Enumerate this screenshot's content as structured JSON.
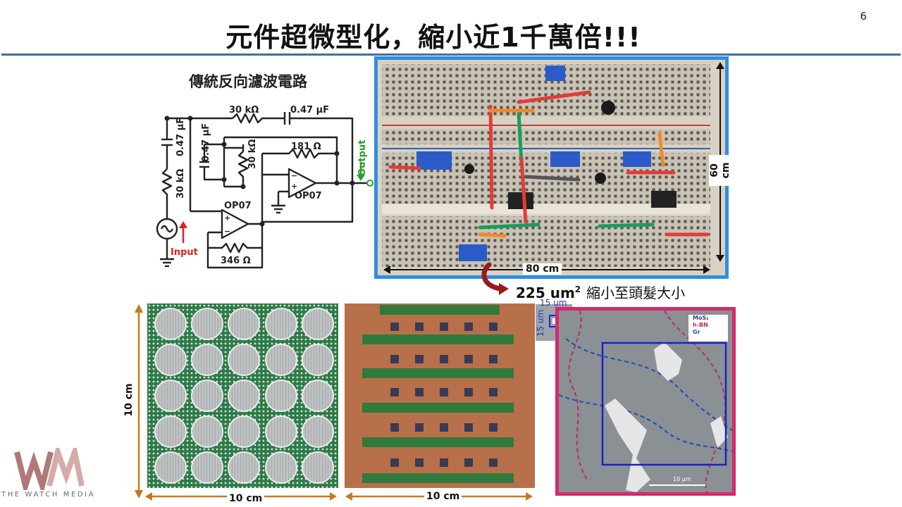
{
  "slide": {
    "title": "元件超微型化，縮小近1千萬倍!!!",
    "page_number": "6"
  },
  "circuit": {
    "caption": "傳統反向濾波電路",
    "labels": {
      "r1": "30 kΩ",
      "c1": "0.47 μF",
      "c2": "0.47 μF",
      "c3": "0.47 μF",
      "r2": "30 kΩ",
      "r3": "30 kΩ",
      "r4": "181 Ω",
      "r5": "346 Ω",
      "op1": "OP07",
      "op2": "OP07",
      "output": "Output",
      "input": "Input"
    }
  },
  "breadboard": {
    "width_label": "80 cm",
    "height_label": "60 cm"
  },
  "shrink": {
    "size": "225 um",
    "superscript": "2",
    "description": "縮小至頭髮大小"
  },
  "sensor_boards": {
    "board1_height": "10 cm",
    "board1_width": "10 cm",
    "board2_width": "10 cm"
  },
  "micro_device": {
    "dim_top": "15 um",
    "dim_side": "15 um",
    "legend": [
      "MoS₂",
      "h-BN",
      "Gr"
    ],
    "scale_bar": "10 μm"
  },
  "watermark": {
    "logo_letters": "WM",
    "brand": "THE WATCH MEDIA"
  },
  "colors": {
    "title_rule": "#3d6ea6",
    "photo_frame": "#2f8fe0",
    "device_frame": "#d42a6b",
    "dimension_arrow": "#c47a1c",
    "input_arrow": "#e02020",
    "output_arrow": "#2a9d2a"
  }
}
